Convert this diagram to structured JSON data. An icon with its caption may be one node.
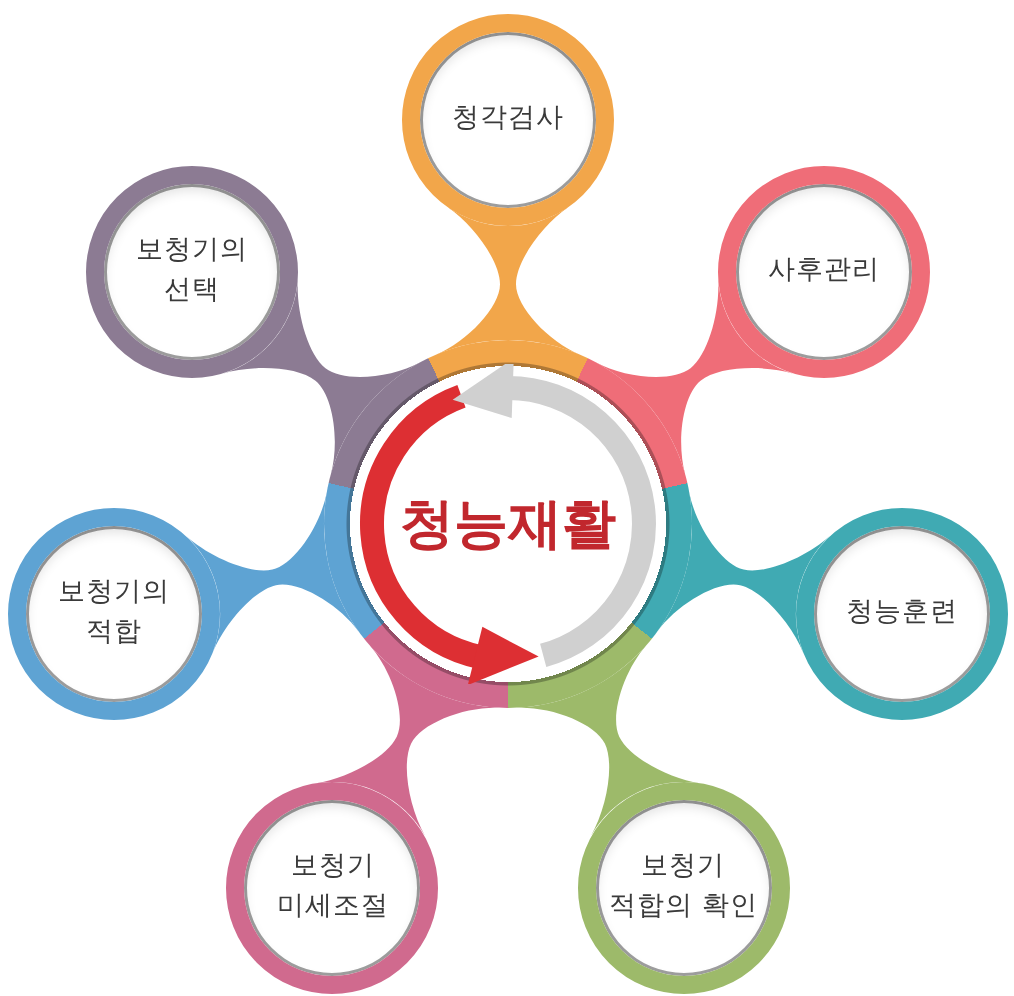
{
  "diagram": {
    "nodes": [
      {
        "text": [
          "청능재활"
        ]
      },
      {
        "text": [
          "청각검사"
        ]
      },
      {
        "text": [
          "보청기의 선택"
        ]
      },
      {
        "text": [
          "보청기의 적합"
        ]
      },
      {
        "text": [
          "보청기 미세조절"
        ]
      },
      {
        "text": [
          "보청기 적합의 확인"
        ]
      },
      {
        "text": [
          "청능훈련"
        ]
      },
      {
        "text": [
          "사후관리"
        ]
      }
    ],
    "edges": [
      {
        "from": 0,
        "to": 1,
        "arrow": "none"
      },
      {
        "from": 0,
        "to": 2,
        "arrow": "none"
      },
      {
        "from": 0,
        "to": 3,
        "arrow": "none"
      },
      {
        "from": 0,
        "to": 4,
        "arrow": "none"
      },
      {
        "from": 0,
        "to": 5,
        "arrow": "none"
      },
      {
        "from": 0,
        "to": 6,
        "arrow": "none"
      },
      {
        "from": 0,
        "to": 7,
        "arrow": "none"
      }
    ]
  }
}
